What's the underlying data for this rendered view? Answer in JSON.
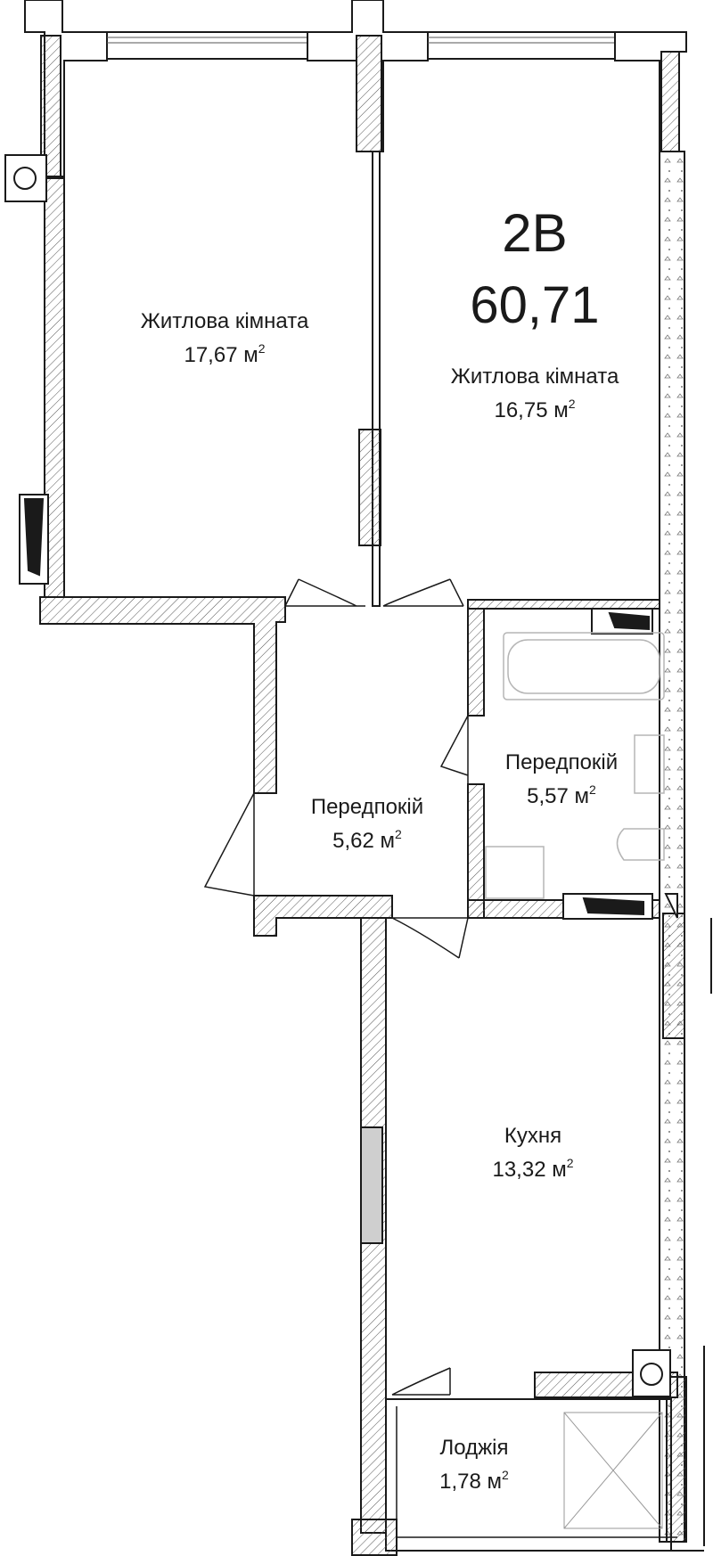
{
  "apartment": {
    "code": "2В",
    "total_area": "60,71"
  },
  "area_unit": "м",
  "area_unit_exp": "2",
  "rooms": [
    {
      "id": "living-1",
      "name": "Житлова кімната",
      "area": "17,67"
    },
    {
      "id": "living-2",
      "name": "Житлова кімната",
      "area": "16,75"
    },
    {
      "id": "bathroom",
      "name": "Передпокій",
      "area": "5,57"
    },
    {
      "id": "hallway",
      "name": "Передпокій",
      "area": "5,62"
    },
    {
      "id": "kitchen",
      "name": "Кухня",
      "area": "13,32"
    },
    {
      "id": "loggia",
      "name": "Лоджія",
      "area": "1,78"
    }
  ],
  "colors": {
    "wall_outline": "#1a1a1a",
    "wall_fill": "#ffffff",
    "column_fill": "#cfcfcf",
    "fixture_stroke": "#b5b5b5"
  }
}
